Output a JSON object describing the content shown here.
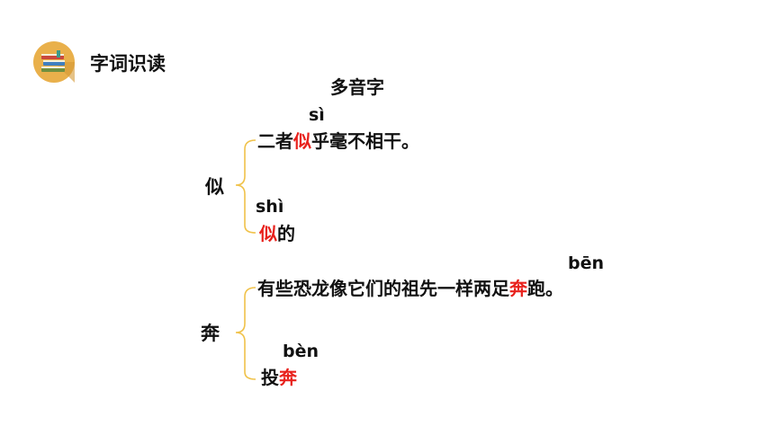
{
  "header": {
    "title": "字词识读",
    "icon": "books-icon",
    "icon_bg": "#e9b04b"
  },
  "subtitle": "多音字",
  "accent_color": "#e8211c",
  "brace_color": "#f0c24a",
  "groups": [
    {
      "char": "似",
      "entries": [
        {
          "pinyin": "sì",
          "before": "二者",
          "highlight": "似",
          "after": "乎毫不相干。"
        },
        {
          "pinyin": "shì",
          "before": "",
          "highlight": "似",
          "after": "的"
        }
      ]
    },
    {
      "char": "奔",
      "entries": [
        {
          "pinyin": "bēn",
          "before": "有些恐龙像它们的祖先一样两足",
          "highlight": "奔",
          "after": "跑。"
        },
        {
          "pinyin": "bèn",
          "before": "投",
          "highlight": "奔",
          "after": ""
        }
      ]
    }
  ]
}
